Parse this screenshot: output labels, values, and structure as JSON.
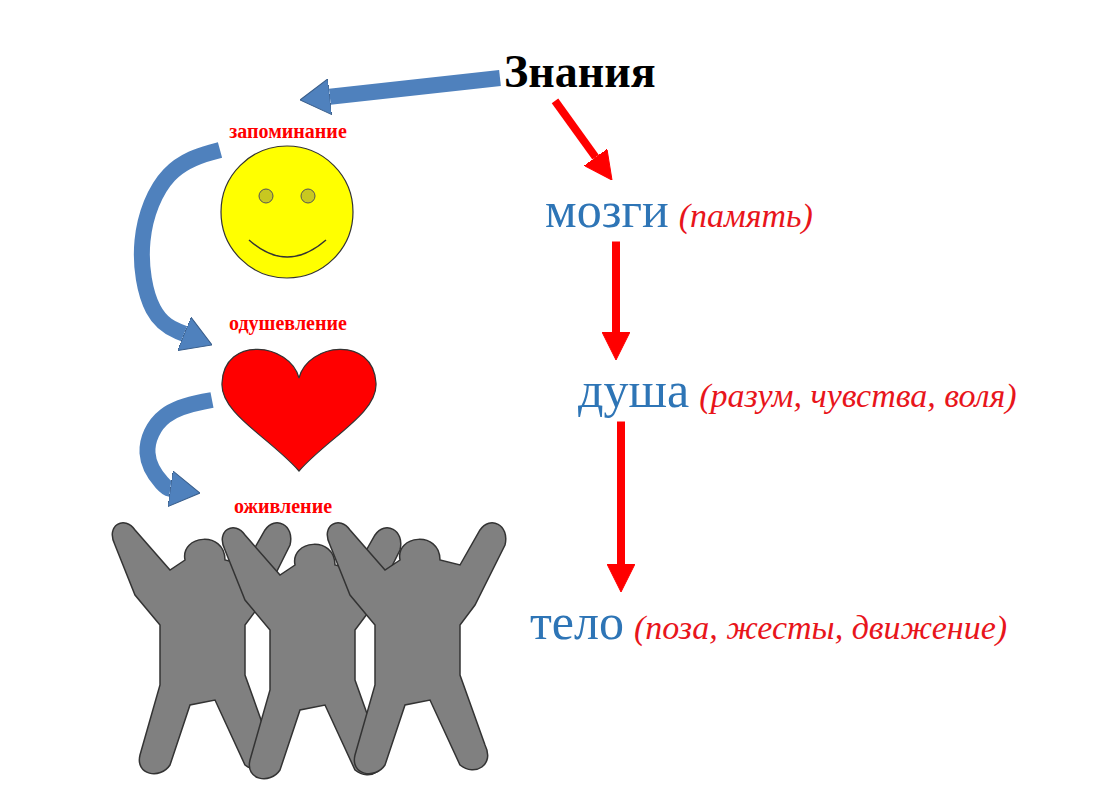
{
  "diagram": {
    "nodes": [
      {
        "text": [
          "Знания"
        ]
      },
      {
        "text": [
          "запоминание"
        ]
      },
      {
        "text": [
          "мозги",
          "(память)"
        ]
      },
      {
        "text": [
          "одушевление"
        ]
      },
      {
        "text": [
          "душа",
          "(разум, чувства, воля)"
        ]
      },
      {
        "text": [
          "оживление"
        ]
      },
      {
        "text": [
          "тело",
          "(поза, жесты, движение)"
        ]
      }
    ],
    "edges": [
      {
        "from": 0,
        "to": 1,
        "arrow": "to"
      },
      {
        "from": 1,
        "to": 3,
        "arrow": "to"
      },
      {
        "from": 3,
        "to": 5,
        "arrow": "to"
      },
      {
        "from": 0,
        "to": 2,
        "arrow": "to"
      },
      {
        "from": 2,
        "to": 4,
        "arrow": "to"
      },
      {
        "from": 4,
        "to": 6,
        "arrow": "to"
      }
    ]
  }
}
